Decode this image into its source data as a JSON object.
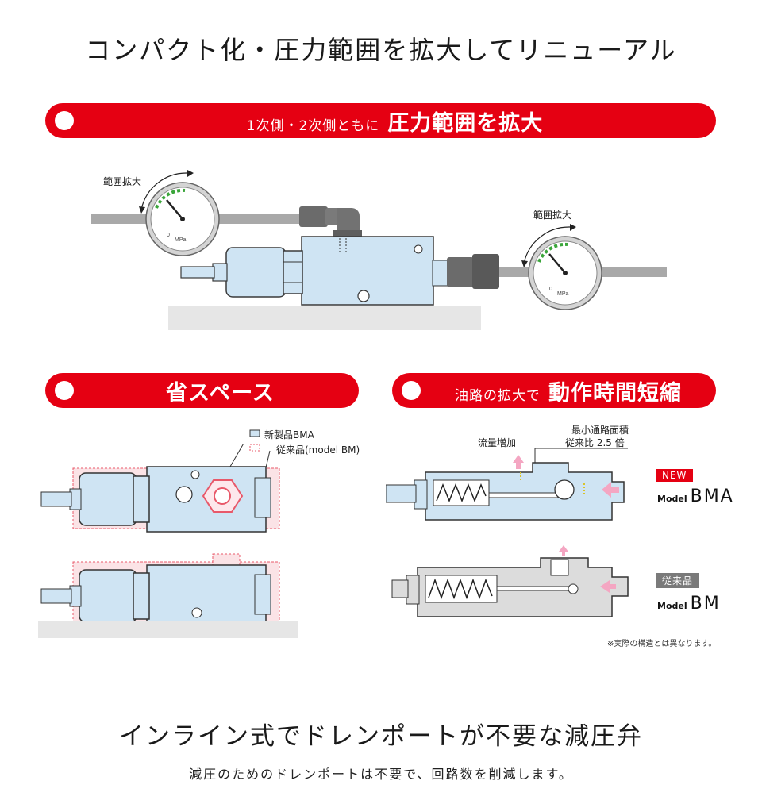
{
  "header": {
    "title": "コンパクト化・圧力範囲を拡大してリニューアル"
  },
  "banner1": {
    "small": "1次側・2次側ともに",
    "big": "圧力範囲を拡大"
  },
  "gauge": {
    "range_label": "範囲拡大",
    "zero": "0",
    "unit": "MPa"
  },
  "banner2": {
    "big": "省スペース"
  },
  "banner3": {
    "small": "油路の拡大で",
    "big": "動作時間短縮"
  },
  "legend": {
    "new_label": "新製品BMA",
    "old_label": "従来品(model BM)"
  },
  "flow": {
    "flow_label": "流量増加",
    "area_label_1": "最小通路面積",
    "area_label_2": "従来比 2.5 倍"
  },
  "models": {
    "new_badge": "NEW",
    "new_prefix": "Model",
    "new_name": "BMA",
    "old_badge": "従来品",
    "old_prefix": "Model",
    "old_name": "BM"
  },
  "note": "※実際の構造とは異なります。",
  "footer": {
    "title": "インライン式でドレンポートが不要な減圧弁",
    "subtitle": "減圧のためのドレンポートは不要で、回路数を削減します。"
  },
  "colors": {
    "brand_red": "#e50012",
    "body_blue": "#cfe4f3",
    "fitting_gray": "#6b6b6b",
    "old_outline": "#e8596a",
    "flow_arrow": "#f4a6c2",
    "gauge_green": "#3aa53a"
  }
}
